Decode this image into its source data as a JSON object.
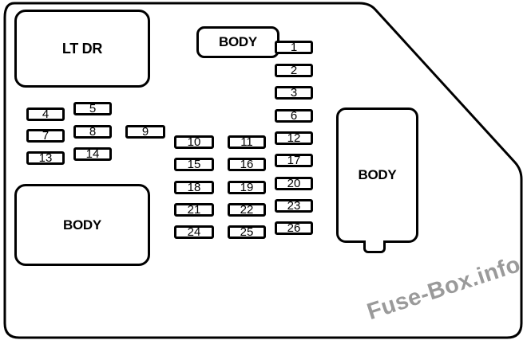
{
  "diagram": {
    "relays": {
      "lt_dr": {
        "label": "LT DR"
      },
      "body_top": {
        "label": "BODY"
      },
      "body_right": {
        "label": "BODY"
      },
      "body_bottom": {
        "label": "BODY"
      }
    },
    "fuses": [
      {
        "label": "1"
      },
      {
        "label": "2"
      },
      {
        "label": "3"
      },
      {
        "label": "4"
      },
      {
        "label": "5"
      },
      {
        "label": "6"
      },
      {
        "label": "7"
      },
      {
        "label": "8"
      },
      {
        "label": "9"
      },
      {
        "label": "10"
      },
      {
        "label": "11"
      },
      {
        "label": "12"
      },
      {
        "label": "13"
      },
      {
        "label": "14"
      },
      {
        "label": "15"
      },
      {
        "label": "16"
      },
      {
        "label": "17"
      },
      {
        "label": "18"
      },
      {
        "label": "19"
      },
      {
        "label": "20"
      },
      {
        "label": "21"
      },
      {
        "label": "22"
      },
      {
        "label": "23"
      },
      {
        "label": "24"
      },
      {
        "label": "25"
      },
      {
        "label": "26"
      }
    ],
    "watermark": "Fuse-Box.info",
    "colors": {
      "line": "#000000",
      "background": "#ffffff",
      "watermark": "#9a9a9a"
    }
  }
}
